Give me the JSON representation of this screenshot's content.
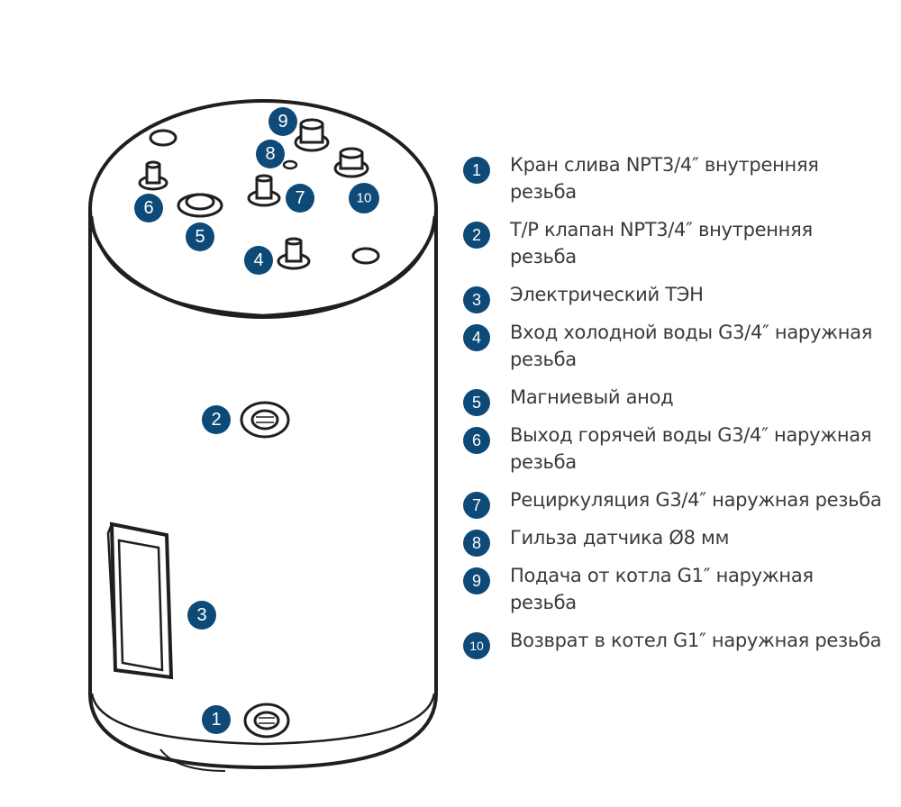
{
  "markers": [
    "1",
    "2",
    "3",
    "4",
    "5",
    "6",
    "7",
    "8",
    "9",
    "10"
  ],
  "legend": [
    {
      "num": "1",
      "text": "Кран слива NPT3/4″ внутренняя резьба"
    },
    {
      "num": "2",
      "text": "T/P клапан NPT3/4″ внутренняя резьба"
    },
    {
      "num": "3",
      "text": "Электрический ТЭН"
    },
    {
      "num": "4",
      "text": "Вход холодной воды G3/4″ наружная резьба"
    },
    {
      "num": "5",
      "text": "Магниевый анод"
    },
    {
      "num": "6",
      "text": "Выход горячей воды G3/4″ наружная резьба"
    },
    {
      "num": "7",
      "text": "Рециркуляция G3/4″ наружная резьба"
    },
    {
      "num": "8",
      "text": "Гильза датчика Ø8 мм"
    },
    {
      "num": "9",
      "text": "Подача от котла G1″ наружная резьба"
    },
    {
      "num": "10",
      "text": "Возврат в котел G1″ наружная резьба"
    }
  ],
  "colors": {
    "badge": "#0e4a78",
    "outline": "#1f1f1f",
    "text": "#3a3a3a"
  }
}
